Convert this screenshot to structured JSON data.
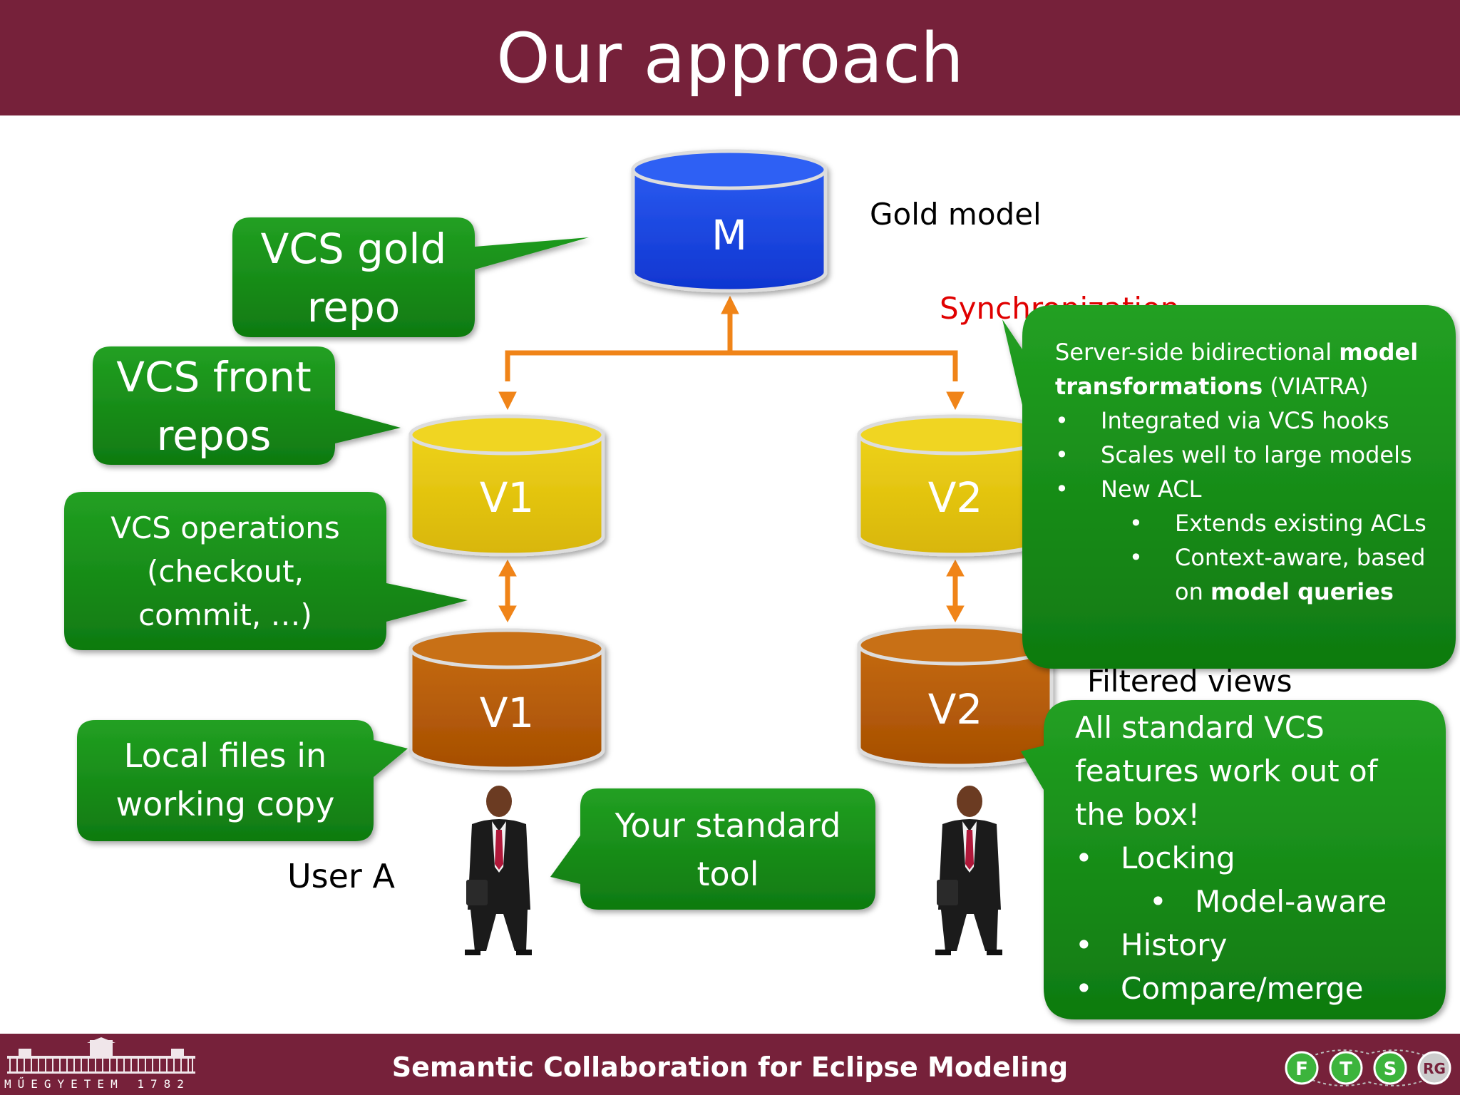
{
  "slide": {
    "title": "Our approach",
    "footer": "Semantic Collaboration for Eclipse Modeling",
    "univ_motto": "MŰEGYETEM 1782",
    "group_logo_letters": [
      "F",
      "T",
      "S",
      "RG"
    ]
  },
  "colors": {
    "maroon": "#76213a",
    "callout_green": "#1a8a1a",
    "gold_repo": "#1540e0",
    "front_repo": "#e6c40c",
    "local_repo": "#b85a05",
    "arrow": "#f08418",
    "sync_red": "#e00000"
  },
  "repos": {
    "gold": "M",
    "front_a": "V1",
    "front_b": "V2",
    "local_a": "V1",
    "local_b": "V2"
  },
  "labels": {
    "gold_model": "Gold model",
    "synchronization": "Synchronization",
    "filtered_views": "Filtered views",
    "user_a": "User A"
  },
  "callouts": {
    "vcs_gold": [
      "VCS gold",
      "repo"
    ],
    "vcs_front": [
      "VCS front",
      "repos"
    ],
    "vcs_ops": [
      "VCS operations",
      "(checkout,",
      "commit, …)"
    ],
    "local_files": [
      "Local files in",
      "working copy"
    ],
    "standard_tool": [
      "Your standard",
      "tool"
    ]
  },
  "sync_box": {
    "line1_a": "Server-side bidirectional ",
    "line1_b": "model",
    "line2_a": "transformations",
    "line2_b": " (VIATRA)",
    "bullets": [
      "Integrated via VCS hooks",
      "Scales well to large models",
      "New ACL"
    ],
    "sub_bullets": [
      "Extends existing ACLs"
    ],
    "ctx_a": "Context-aware, based",
    "ctx_b": "on ",
    "ctx_c": "model queries"
  },
  "views_box": {
    "intro": [
      "All standard VCS",
      "features work out of",
      "the box!"
    ],
    "b_locking": "Locking",
    "b_model_aware": "Model-aware",
    "b_history": "History",
    "b_compare": "Compare/merge"
  }
}
